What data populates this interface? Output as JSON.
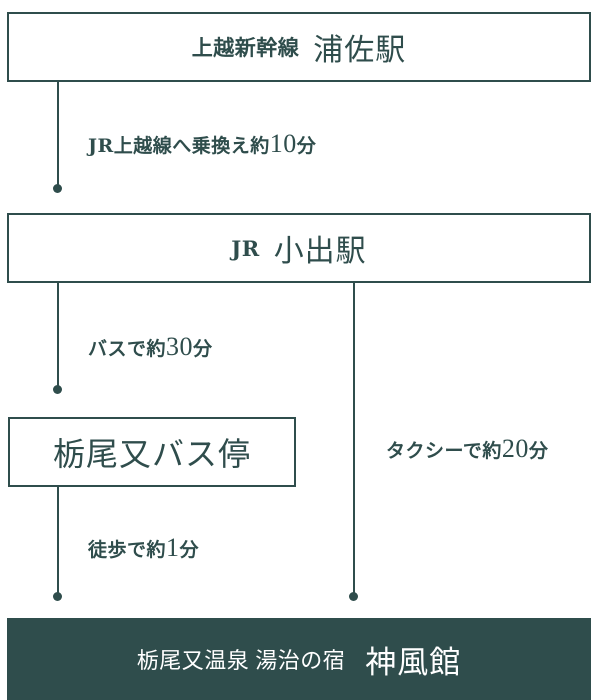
{
  "theme": {
    "ink": "#2f4d4c",
    "paper": "#ffffff",
    "destination_fill": "#2f4d4c",
    "destination_text": "#ffffff"
  },
  "diagram": {
    "type": "access-route-flowchart",
    "nodes": [
      {
        "id": "urasa",
        "prefix": "上越新幹線",
        "name": "浦佐駅",
        "style": "outline"
      },
      {
        "id": "koide",
        "prefix": "JR",
        "name": "小出駅",
        "style": "outline"
      },
      {
        "id": "tochiomata-busstop",
        "prefix": "",
        "name": "栃尾又バス停",
        "style": "outline"
      },
      {
        "id": "destination",
        "prefix": "栃尾又温泉 湯治の宿",
        "name": "神風館",
        "style": "filled"
      }
    ],
    "edges": [
      {
        "id": "urasa-koide",
        "from": "urasa",
        "to": "koide",
        "text": "JR上越線へ乗換え約",
        "number": "10",
        "unit": "分"
      },
      {
        "id": "koide-busstop",
        "from": "koide",
        "to": "tochiomata-busstop",
        "text": "バスで約",
        "number": "30",
        "unit": "分"
      },
      {
        "id": "busstop-destination",
        "from": "tochiomata-busstop",
        "to": "destination",
        "text": "徒歩で約",
        "number": "1",
        "unit": "分"
      },
      {
        "id": "koide-destination",
        "from": "koide",
        "to": "destination",
        "text": "タクシーで約",
        "number": "20",
        "unit": "分"
      }
    ]
  }
}
